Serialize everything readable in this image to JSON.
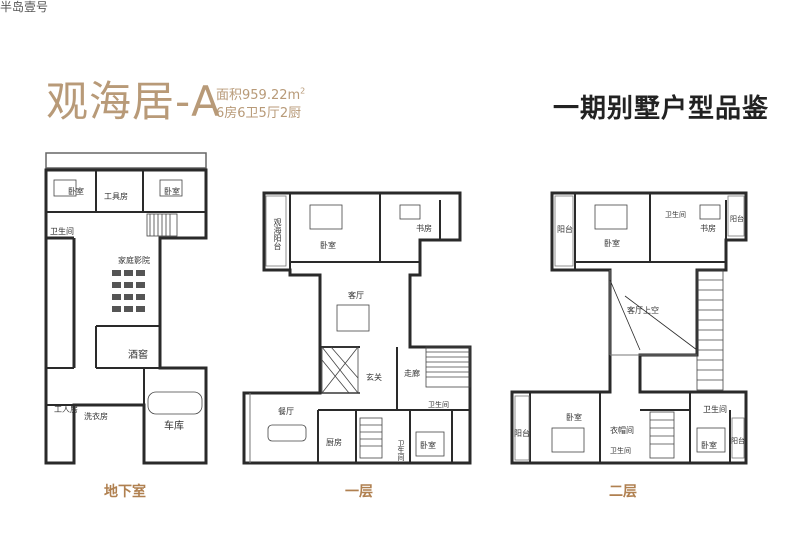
{
  "corner_text": "半岛壹号",
  "header": {
    "title": "观海居-A",
    "area_label": "面积959.22m",
    "area_sup": "2",
    "rooms_summary": "6房6卫5厅2厨",
    "headline": "一期别墅户型品鉴"
  },
  "floors": {
    "basement": {
      "label": "地下室",
      "rooms": {
        "bedroom_left": "卧室",
        "tool_room": "工具房",
        "bedroom_right": "卧室",
        "bathroom": "卫生间",
        "home_theater": "家庭影院",
        "wine_cellar": "酒窖",
        "servant_room": "工人房",
        "laundry": "洗衣房",
        "garage": "车库"
      }
    },
    "first": {
      "label": "一层",
      "rooms": {
        "sea_balcony": "观海阳台",
        "bedroom": "卧室",
        "study": "书房",
        "living_room": "客厅",
        "corridor": "走廊",
        "entrance": "玄关",
        "dining": "餐厅",
        "kitchen": "厨房",
        "bedroom2": "卧室",
        "bathroom": "卫生间",
        "bathroom2": "卫生间"
      }
    },
    "second": {
      "label": "二层",
      "rooms": {
        "balcony_left": "阳台",
        "bedroom_top": "卧室",
        "bathroom_top": "卫生间",
        "study": "书房",
        "balcony_right": "阳台",
        "living_void": "客厅上空",
        "bathroom_mid": "卫生间",
        "balcony_bottom_left": "阳台",
        "bedroom_bl": "卧室",
        "closet": "衣帽间",
        "bathroom_bottom": "卫生间",
        "bedroom_br": "卧室",
        "balcony_bottom_right": "阳台"
      }
    }
  },
  "colors": {
    "accent": "#b89a78",
    "floor_label": "#b08050",
    "wall": "#2a2a2a"
  }
}
